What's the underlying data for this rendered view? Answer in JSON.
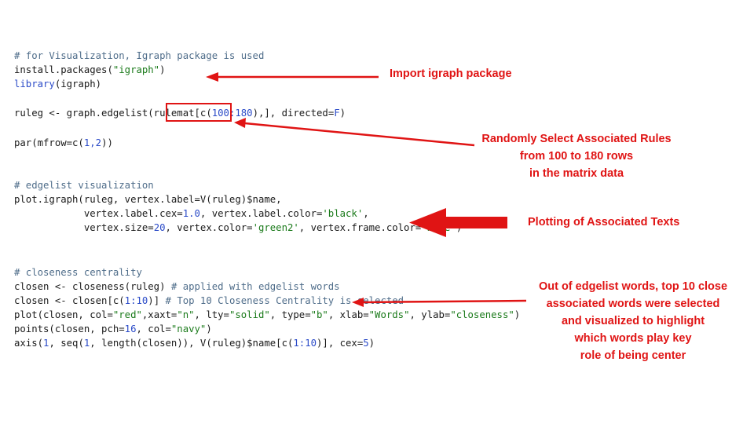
{
  "code": {
    "block1": {
      "comment": "# for Visualization, Igraph package is used",
      "install_fn": "install.packages(",
      "install_arg": "\"igraph\"",
      "install_close": ")",
      "library_fn": "library",
      "library_args": "(igraph)"
    },
    "block2": {
      "lhs": "ruleg <- graph.edgelist(rulemat",
      "bracket_open": "[c(",
      "range": "100:180",
      "bracket_close": "),]",
      "tail_pre": ", directed=",
      "tail_val": "F",
      "tail_close": ")"
    },
    "block3": {
      "par_pre": "par(mfrow=c(",
      "par_nums": "1,2",
      "par_close": "))"
    },
    "block4": {
      "comment": "# edgelist visualization",
      "line1": "plot.igraph(ruleg, vertex.label=V(ruleg)$name,",
      "line2_pre": "            vertex.label.cex=",
      "line2_num": "1.0",
      "line2_mid": ", vertex.label.color=",
      "line2_str": "'black'",
      "line2_end": ",",
      "line3_pre": "            vertex.size=",
      "line3_num": "20",
      "line3_mid": ", vertex.color=",
      "line3_str1": "'green2'",
      "line3_mid2": ", vertex.frame.color=",
      "line3_str2": "'blue'",
      "line3_end": ")"
    },
    "block5": {
      "comment": "# closeness centrality",
      "l1_code": "closen <- closeness(ruleg) ",
      "l1_comment": "# applied with edgelist words",
      "l2_pre": "closen <- closen[c(",
      "l2_num": "1:10",
      "l2_mid": ")] ",
      "l2_comment": "# Top 10 Closeness Centrality is selected",
      "l3_a": "plot(closen, col=",
      "l3_s1": "\"red\"",
      "l3_b": ",xaxt=",
      "l3_s2": "\"n\"",
      "l3_c": ", lty=",
      "l3_s3": "\"solid\"",
      "l3_d": ", type=",
      "l3_s4": "\"b\"",
      "l3_e": ", xlab=",
      "l3_s5": "\"Words\"",
      "l3_f": ", ylab=",
      "l3_s6": "\"closeness\"",
      "l3_g": ")",
      "l4_a": "points(closen, pch=",
      "l4_n": "16",
      "l4_b": ", col=",
      "l4_s": "\"navy\"",
      "l4_c": ")",
      "l5_a": "axis(",
      "l5_n1": "1",
      "l5_b": ", seq(",
      "l5_n2": "1",
      "l5_c": ", length(closen)), V(ruleg)$name[c(",
      "l5_n3": "1:10",
      "l5_d": ")], cex=",
      "l5_n4": "5",
      "l5_e": ")"
    }
  },
  "annotations": {
    "import": "Import igraph package",
    "random": [
      "Randomly Select Associated Rules",
      "from 100 to 180 rows",
      "in the matrix data"
    ],
    "plotting": "Plotting of Associated Texts",
    "closeness": [
      "Out of edgelist words, top 10 close",
      "associated words were selected",
      "and visualized to highlight",
      "which words play key",
      "role of being center"
    ]
  },
  "colors": {
    "annotation_red": "#e01414",
    "comment": "#4f6d8a",
    "string": "#1a7a1a",
    "number": "#2b4bc8"
  }
}
